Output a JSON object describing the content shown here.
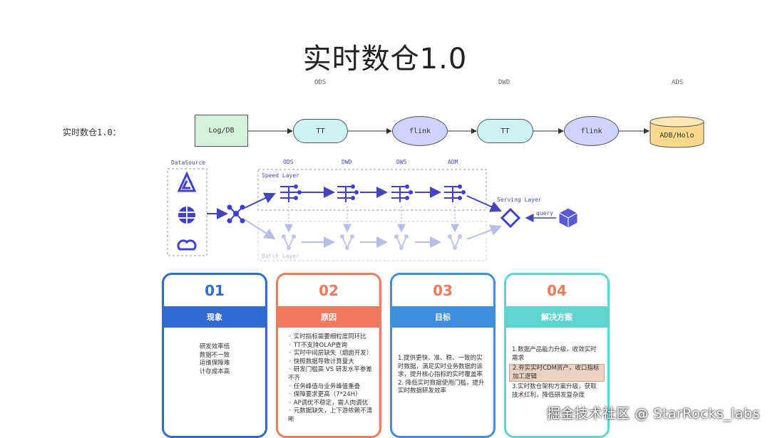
{
  "title": "实时数仓1.0",
  "headers": {
    "ods": "ODS",
    "dwd": "DWD",
    "ads": "ADS"
  },
  "row_label": "实时数仓1.0：",
  "pipeline": {
    "n1": "Log/DB",
    "n2": "TT",
    "n3": "flink",
    "n4": "TT",
    "n5": "flink",
    "n6": "ADB/Holo"
  },
  "arch": {
    "datasource": "DataSource",
    "speed_layer": "Speed Layer",
    "batch_layer": "Batch Layer",
    "serving_layer": "Serving Layer",
    "query": "query",
    "stages": [
      "ODS",
      "DWD",
      "DWS",
      "ADM"
    ]
  },
  "colors": {
    "card1": "#2f6bd1",
    "card2": "#f07a5c",
    "card3": "#3f8fe0",
    "card4": "#5fd6cd",
    "arrow": "#4444bb"
  },
  "cards": [
    {
      "num": "01",
      "heading": "现象",
      "items": [
        "研发效率低",
        "数据不一致",
        "运维保障难",
        "计存成本高"
      ]
    },
    {
      "num": "02",
      "heading": "原因",
      "items": [
        "实时指标需要细粒度同环比",
        "TT不支持OLAP查询",
        "实时中间层缺失（烟囱开发）",
        "快照数据导致计算量大",
        "研发门槛高 VS 研发水平参差不齐",
        "任务峰值与业务峰值重叠",
        "保障要求更高（7*24H）",
        "AP调优不稳定，需人肉调优",
        "元数据缺失，上下游依赖不清晰"
      ]
    },
    {
      "num": "03",
      "heading": "目标",
      "items": [
        "1.提供更快、准、稳、一致的实时数据，满足实时业务数据的诉求，提升核心指标的实时覆盖率",
        "2. 降低实时数据使用门槛，提升实时数据研发效率"
      ]
    },
    {
      "num": "04",
      "heading": "解决方案",
      "items": [
        "1.数据产品能力升级，收敛实时需求",
        "2.夯实实时CDM资产，收口指标加工逻辑",
        "3.实时数仓架构方案升级，获取技术红利，降低研发复杂度"
      ]
    }
  ],
  "watermark": "掘金技术社区 @ StarRocks_labs"
}
